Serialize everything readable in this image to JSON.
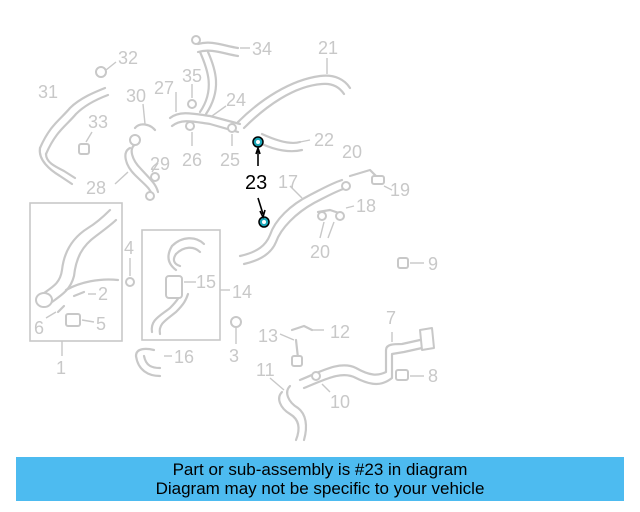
{
  "callouts": [
    {
      "id": "1",
      "label": "1"
    },
    {
      "id": "2",
      "label": "2"
    },
    {
      "id": "3",
      "label": "3"
    },
    {
      "id": "4",
      "label": "4"
    },
    {
      "id": "5",
      "label": "5"
    },
    {
      "id": "6",
      "label": "6"
    },
    {
      "id": "7",
      "label": "7"
    },
    {
      "id": "8",
      "label": "8"
    },
    {
      "id": "9",
      "label": "9"
    },
    {
      "id": "10",
      "label": "10"
    },
    {
      "id": "11",
      "label": "11"
    },
    {
      "id": "12",
      "label": "12"
    },
    {
      "id": "13",
      "label": "13"
    },
    {
      "id": "14",
      "label": "14"
    },
    {
      "id": "15",
      "label": "15"
    },
    {
      "id": "16",
      "label": "16"
    },
    {
      "id": "17",
      "label": "17"
    },
    {
      "id": "18",
      "label": "18"
    },
    {
      "id": "19",
      "label": "19"
    },
    {
      "id": "20a",
      "label": "20"
    },
    {
      "id": "20b",
      "label": "20"
    },
    {
      "id": "21",
      "label": "21"
    },
    {
      "id": "22",
      "label": "22"
    },
    {
      "id": "23",
      "label": "23"
    },
    {
      "id": "24",
      "label": "24"
    },
    {
      "id": "25",
      "label": "25"
    },
    {
      "id": "26",
      "label": "26"
    },
    {
      "id": "27",
      "label": "27"
    },
    {
      "id": "28",
      "label": "28"
    },
    {
      "id": "29",
      "label": "29"
    },
    {
      "id": "30",
      "label": "30"
    },
    {
      "id": "31",
      "label": "31"
    },
    {
      "id": "32",
      "label": "32"
    },
    {
      "id": "33",
      "label": "33"
    },
    {
      "id": "34",
      "label": "34"
    },
    {
      "id": "35",
      "label": "35"
    }
  ],
  "highlighted_part": "23",
  "colors": {
    "banner": "#4dbbf0",
    "highlight": "#1aa6b7",
    "parts": "#c8c8c8"
  },
  "banner": {
    "line1": "Part or sub-assembly is #23 in diagram",
    "line2": "Diagram may not be specific to your vehicle"
  }
}
